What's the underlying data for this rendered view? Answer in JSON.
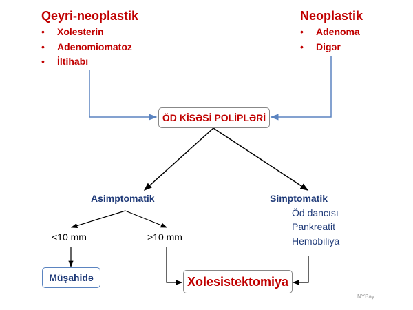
{
  "left_group": {
    "title": "Qeyri-neoplastik",
    "items": [
      "Xolesterin",
      "Adenomiomatoz",
      "İltihabı"
    ]
  },
  "right_group": {
    "title": "Neoplastik",
    "items": [
      "Adenoma",
      "Digər"
    ]
  },
  "center": "ÖD KİSƏSİ POLİPLƏRİ",
  "asymptomatic": {
    "label": "Asimptomatik",
    "small": "<10 mm",
    "large": ">10 mm"
  },
  "symptomatic": {
    "label": "Simptomatik",
    "items": [
      "Öd dancısı",
      "Pankreatit",
      "Hemobiliya"
    ]
  },
  "observation": "Müşahidə",
  "surgery": "Xolesistektomiya",
  "watermark": "NYBay",
  "bullet": "•",
  "colors": {
    "red": "#c00000",
    "navy": "#1f3a78",
    "blue_arrow": "#5b84c0"
  }
}
